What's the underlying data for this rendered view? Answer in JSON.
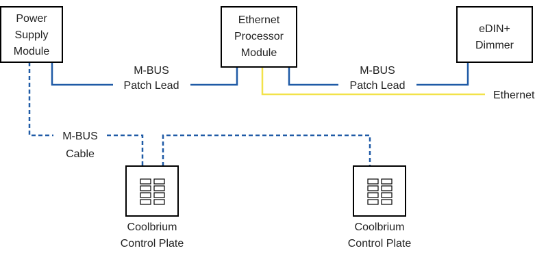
{
  "modules": {
    "power_supply": {
      "label_lines": [
        "Power",
        "Supply",
        "Module"
      ]
    },
    "ethernet_processor": {
      "label_lines": [
        "Ethernet",
        "Processor",
        "Module"
      ]
    },
    "dimmer": {
      "label_lines": [
        "eDIN+",
        "Dimmer"
      ]
    }
  },
  "connections": {
    "patch_lead_1": {
      "label_lines": [
        "M-BUS",
        "Patch Lead"
      ]
    },
    "patch_lead_2": {
      "label_lines": [
        "M-BUS",
        "Patch Lead"
      ]
    },
    "ethernet": {
      "label": "Ethernet"
    },
    "mbus_cable": {
      "label_lines": [
        "M-BUS",
        "Cable"
      ]
    }
  },
  "control_plates": [
    {
      "label_lines": [
        "Coolbrium",
        "Control Plate"
      ]
    },
    {
      "label_lines": [
        "Coolbrium",
        "Control Plate"
      ]
    }
  ],
  "colors": {
    "mbus_line": "#1f5aa6",
    "ethernet_line": "#f2e24a",
    "box_outline": "#000000"
  }
}
